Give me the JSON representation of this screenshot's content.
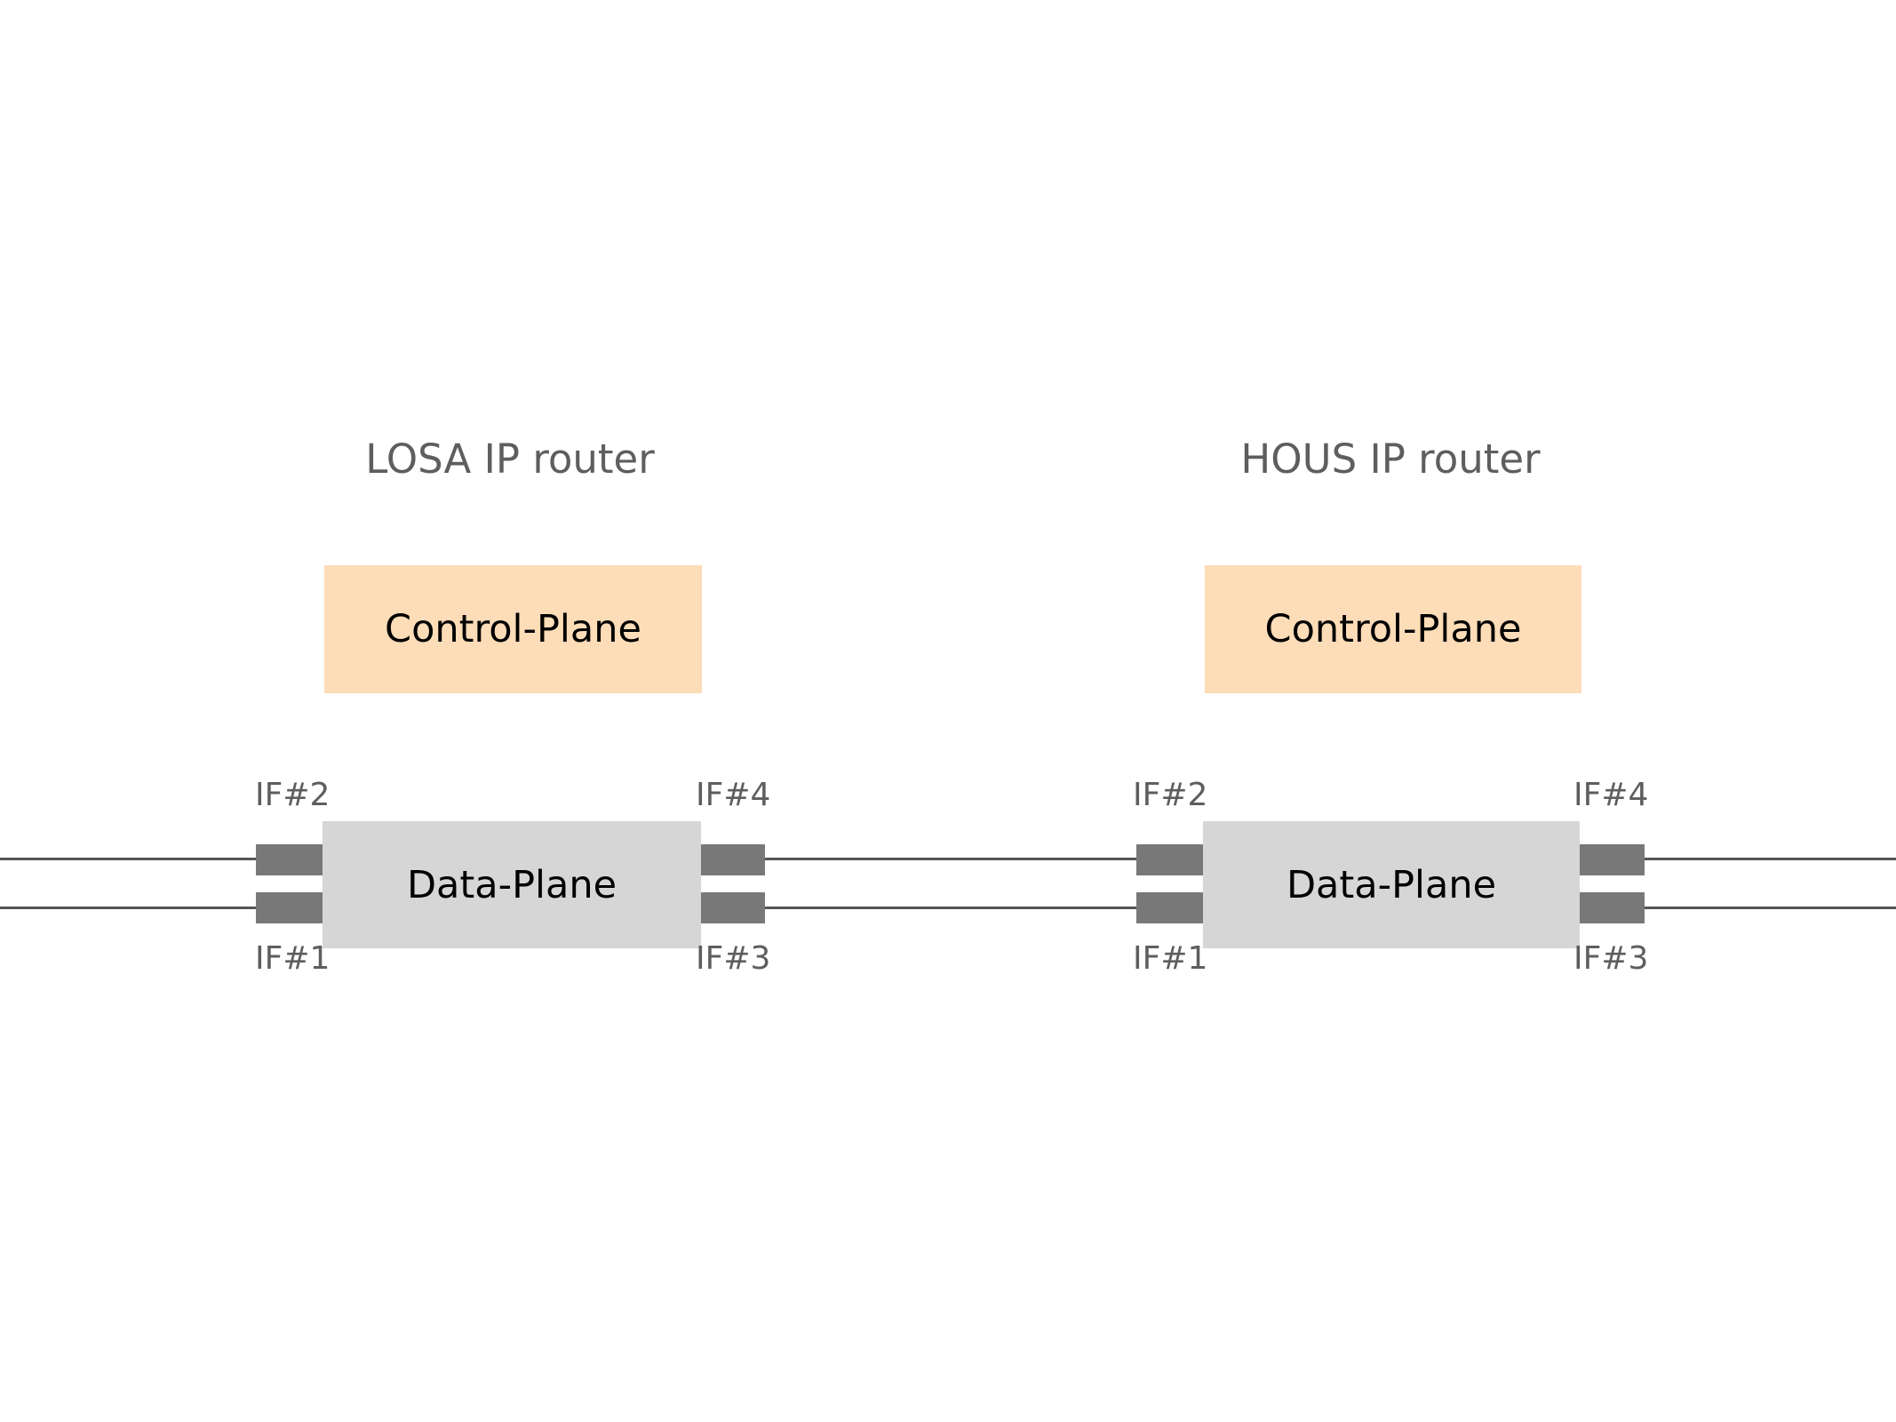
{
  "routers": [
    {
      "title": "LOSA IP router",
      "control_plane": "Control-Plane",
      "data_plane": "Data-Plane",
      "interfaces": {
        "if1": "IF#1",
        "if2": "IF#2",
        "if3": "IF#3",
        "if4": "IF#4"
      }
    },
    {
      "title": "HOUS IP router",
      "control_plane": "Control-Plane",
      "data_plane": "Data-Plane",
      "interfaces": {
        "if1": "IF#1",
        "if2": "IF#2",
        "if3": "IF#3",
        "if4": "IF#4"
      }
    }
  ],
  "colors": {
    "control_plane": "#fddcb8",
    "data_plane": "#d6d6d6",
    "port": "#787878",
    "link": "#555555"
  }
}
